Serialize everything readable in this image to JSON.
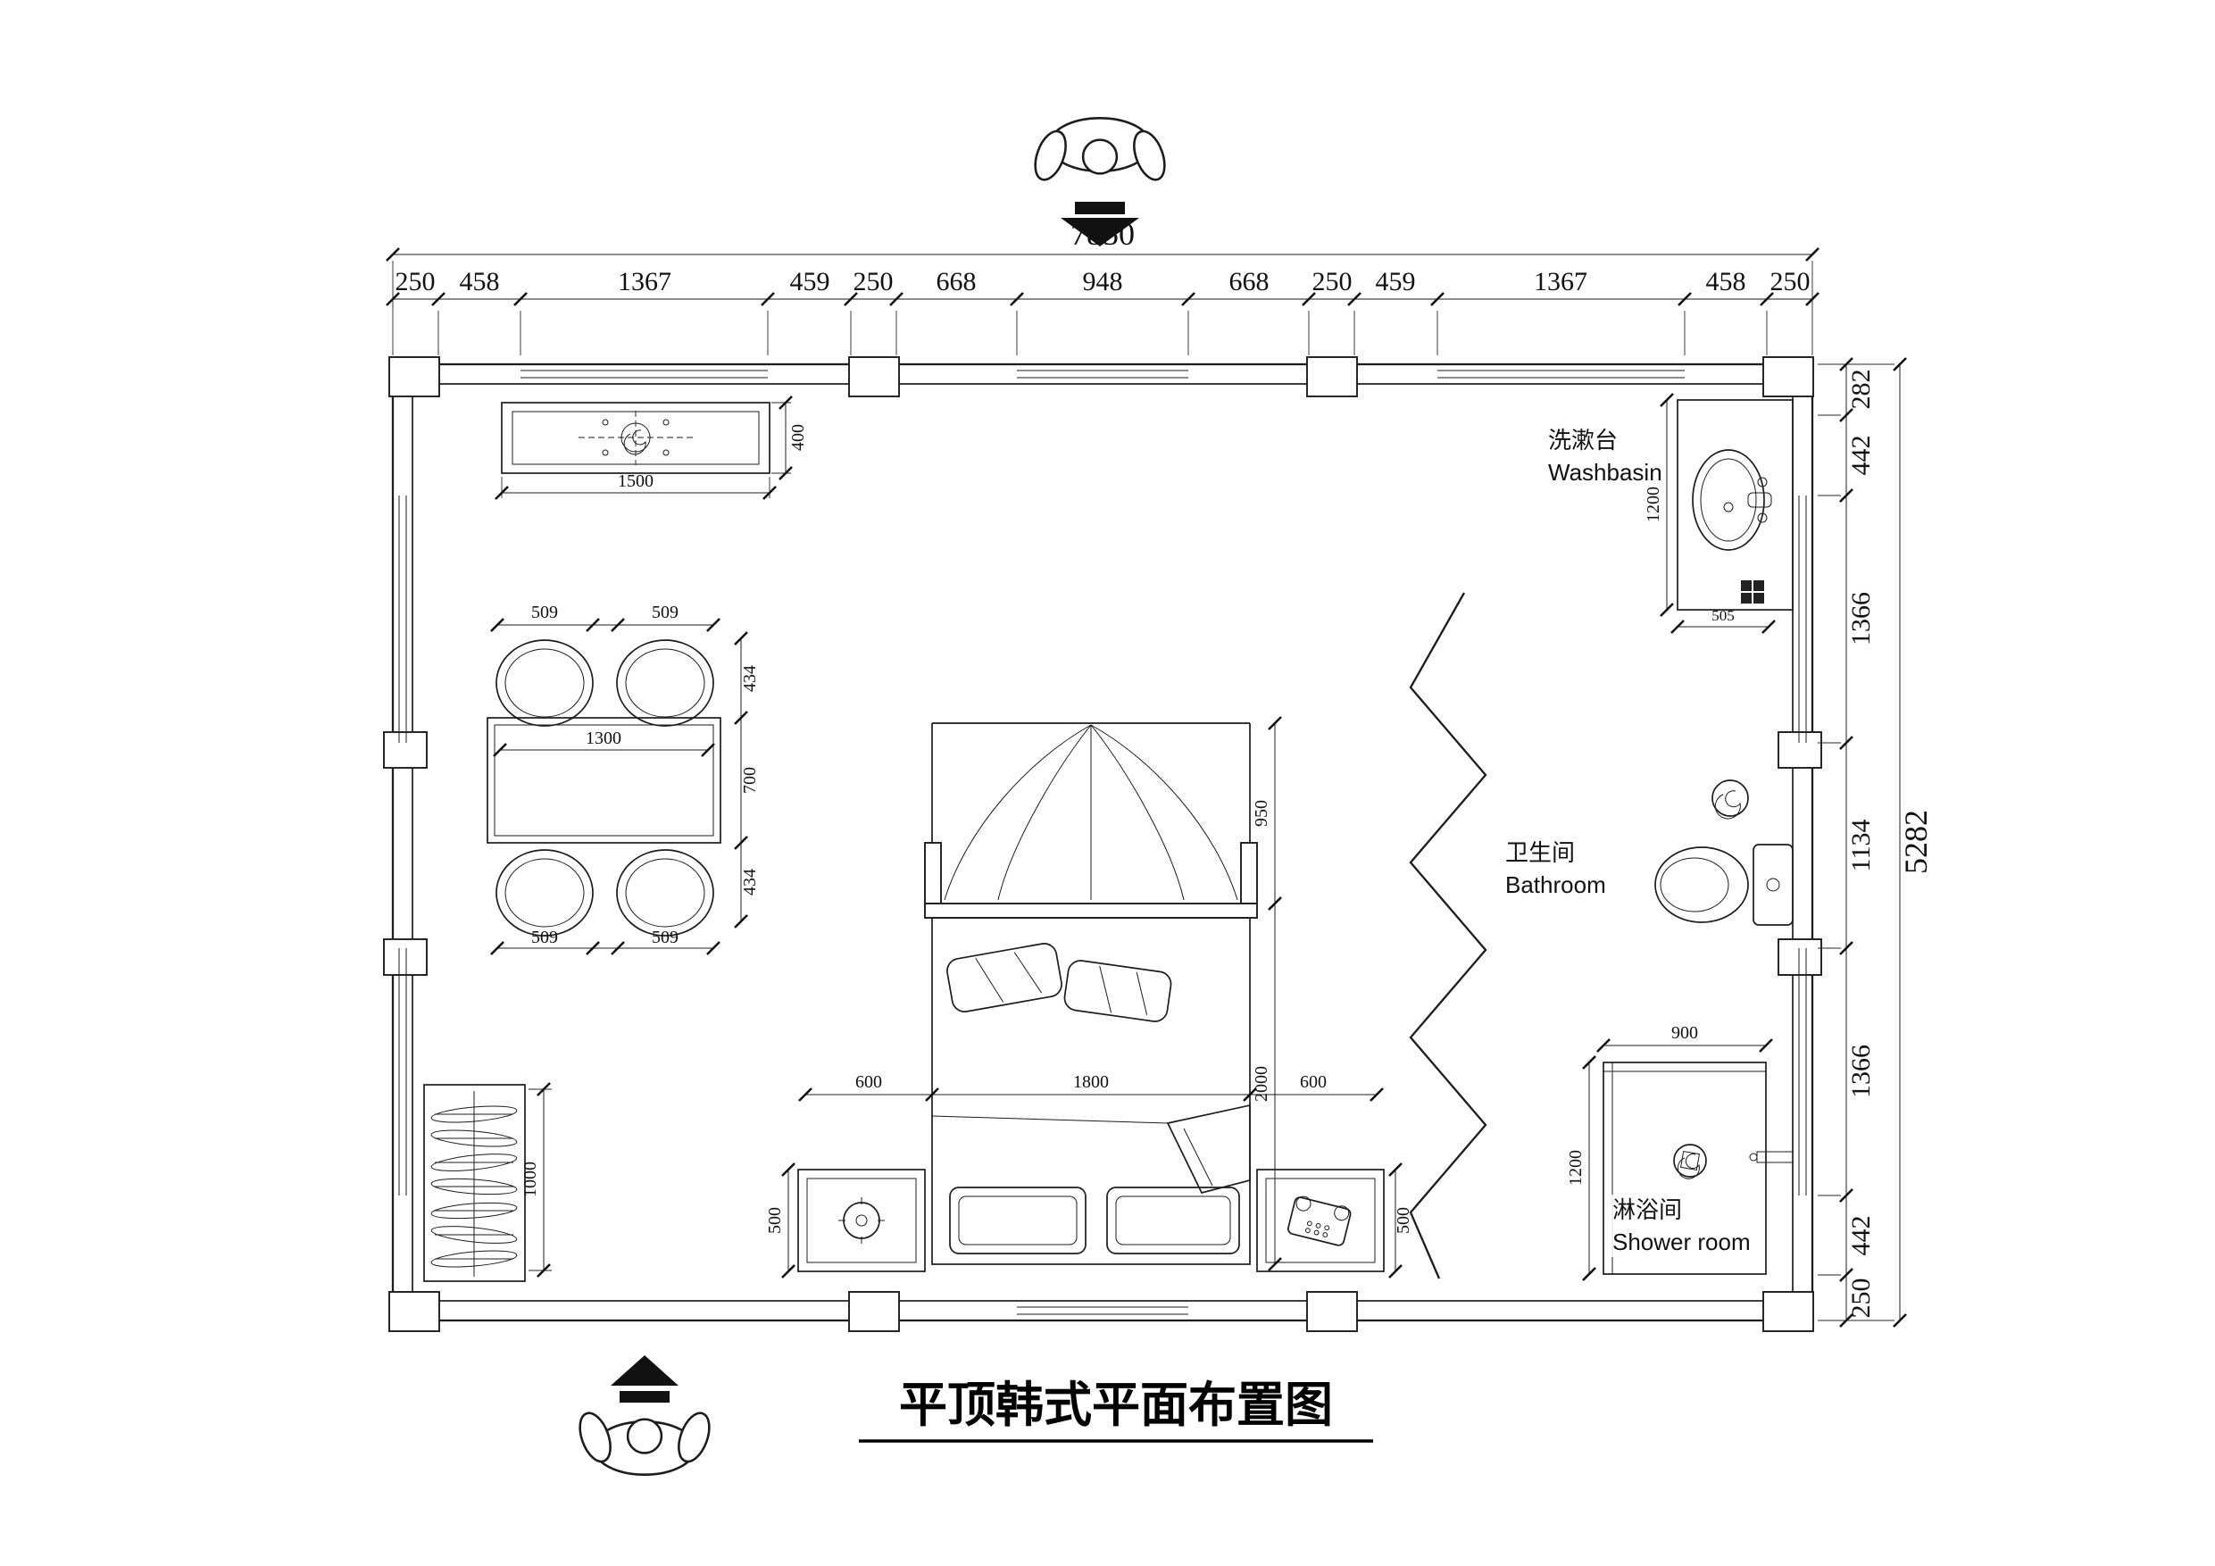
{
  "title": "平顶韩式平面布置图",
  "labels": {
    "washbasin_zh": "洗漱台",
    "washbasin_en": "Washbasin",
    "bathroom_zh": "卫生间",
    "bathroom_en": "Bathroom",
    "shower_zh": "淋浴间",
    "shower_en": "Shower room"
  },
  "dimensions": {
    "overall_width": "7850",
    "overall_height": "5282",
    "top_chain": [
      "250",
      "458",
      "1367",
      "459",
      "250",
      "668",
      "948",
      "668",
      "250",
      "459",
      "1367",
      "458",
      "250"
    ],
    "right_chain": [
      "282",
      "442",
      "1366",
      "1134",
      "1366",
      "442",
      "250"
    ],
    "ceiling_light": {
      "width": "1500",
      "depth": "400"
    },
    "dining": {
      "seat_w": "509",
      "seat_d": "434",
      "table_l": "700",
      "table_w": "1300"
    },
    "wardrobe_depth": "1000",
    "bed": {
      "canopy": "950",
      "length": "2000",
      "width": "1800",
      "nightstand_w": "600",
      "nightstand_d": "500"
    },
    "washbasin": {
      "counter_l": "1200",
      "counter_w": "505"
    },
    "shower": {
      "width": "900",
      "depth": "1200"
    }
  }
}
